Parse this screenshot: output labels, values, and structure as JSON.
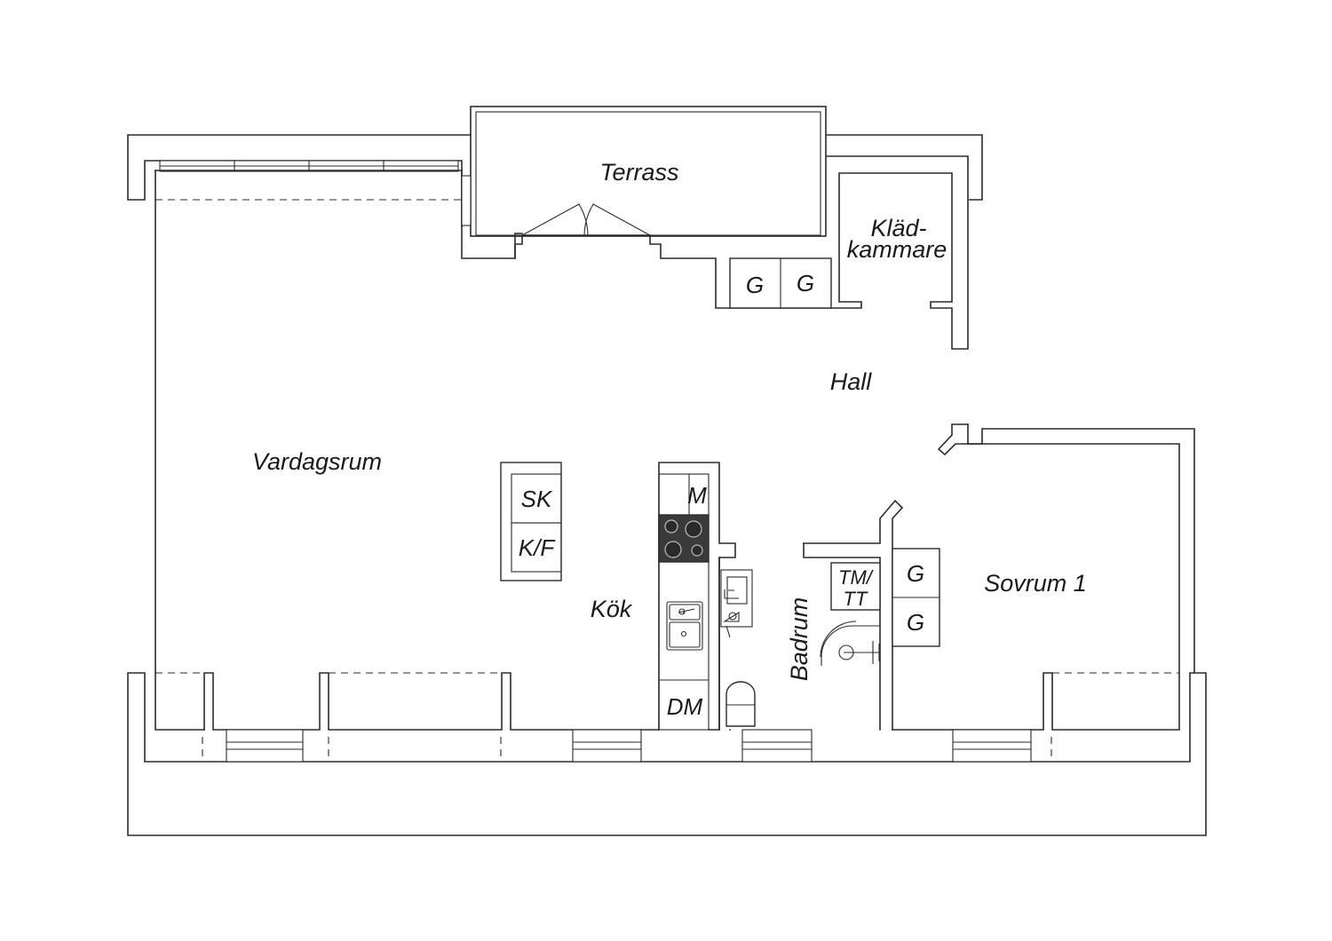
{
  "colors": {
    "line": "#2b2b2b",
    "background": "#ffffff",
    "hob": "#3a3a3a"
  },
  "rooms": {
    "terrass": "Terrass",
    "klad_line1": "Kläd-",
    "klad_line2": "kammare",
    "hall": "Hall",
    "vardagsrum": "Vardagsrum",
    "kok": "Kök",
    "badrum": "Badrum",
    "sovrum": "Sovrum 1"
  },
  "fixtures": {
    "wardrobe_hall_1": "G",
    "wardrobe_hall_2": "G",
    "freezer": "SK",
    "fridge_freezer": "K/F",
    "microwave": "M",
    "dishwasher": "DM",
    "washer_dryer_line1": "TM/",
    "washer_dryer_line2": "TT",
    "wardrobe_bed_1": "G",
    "wardrobe_bed_2": "G"
  }
}
